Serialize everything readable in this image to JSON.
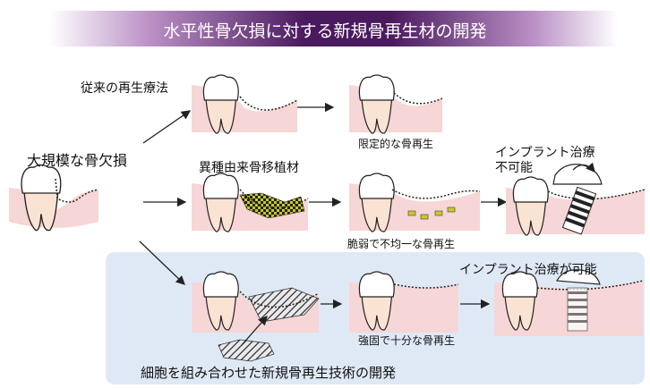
{
  "title": "水平性骨欠損に対する新規骨再生材の開発",
  "labels": {
    "large_defect": "大規模な骨欠損",
    "conventional": "従来の再生療法",
    "limited": "限定的な骨再生",
    "xenograft": "異種由来骨移植材",
    "fragile": "脆弱で不均一な骨再生",
    "implant_impossible_1": "インプラント治療",
    "implant_impossible_2": "不可能",
    "strong": "強固で十分な骨再生",
    "implant_possible": "インプラント治療が可能",
    "new_tech": "細胞を組み合わせた新規骨再生技術の開発"
  },
  "colors": {
    "banner_dark": "#4a1a5e",
    "banner_light": "#b98fc5",
    "gum": "#f6d6d6",
    "tooth": "#ffffff",
    "root": "#fbe3d3",
    "panel": "#dfe9f6",
    "graft": "#c9c92a"
  }
}
